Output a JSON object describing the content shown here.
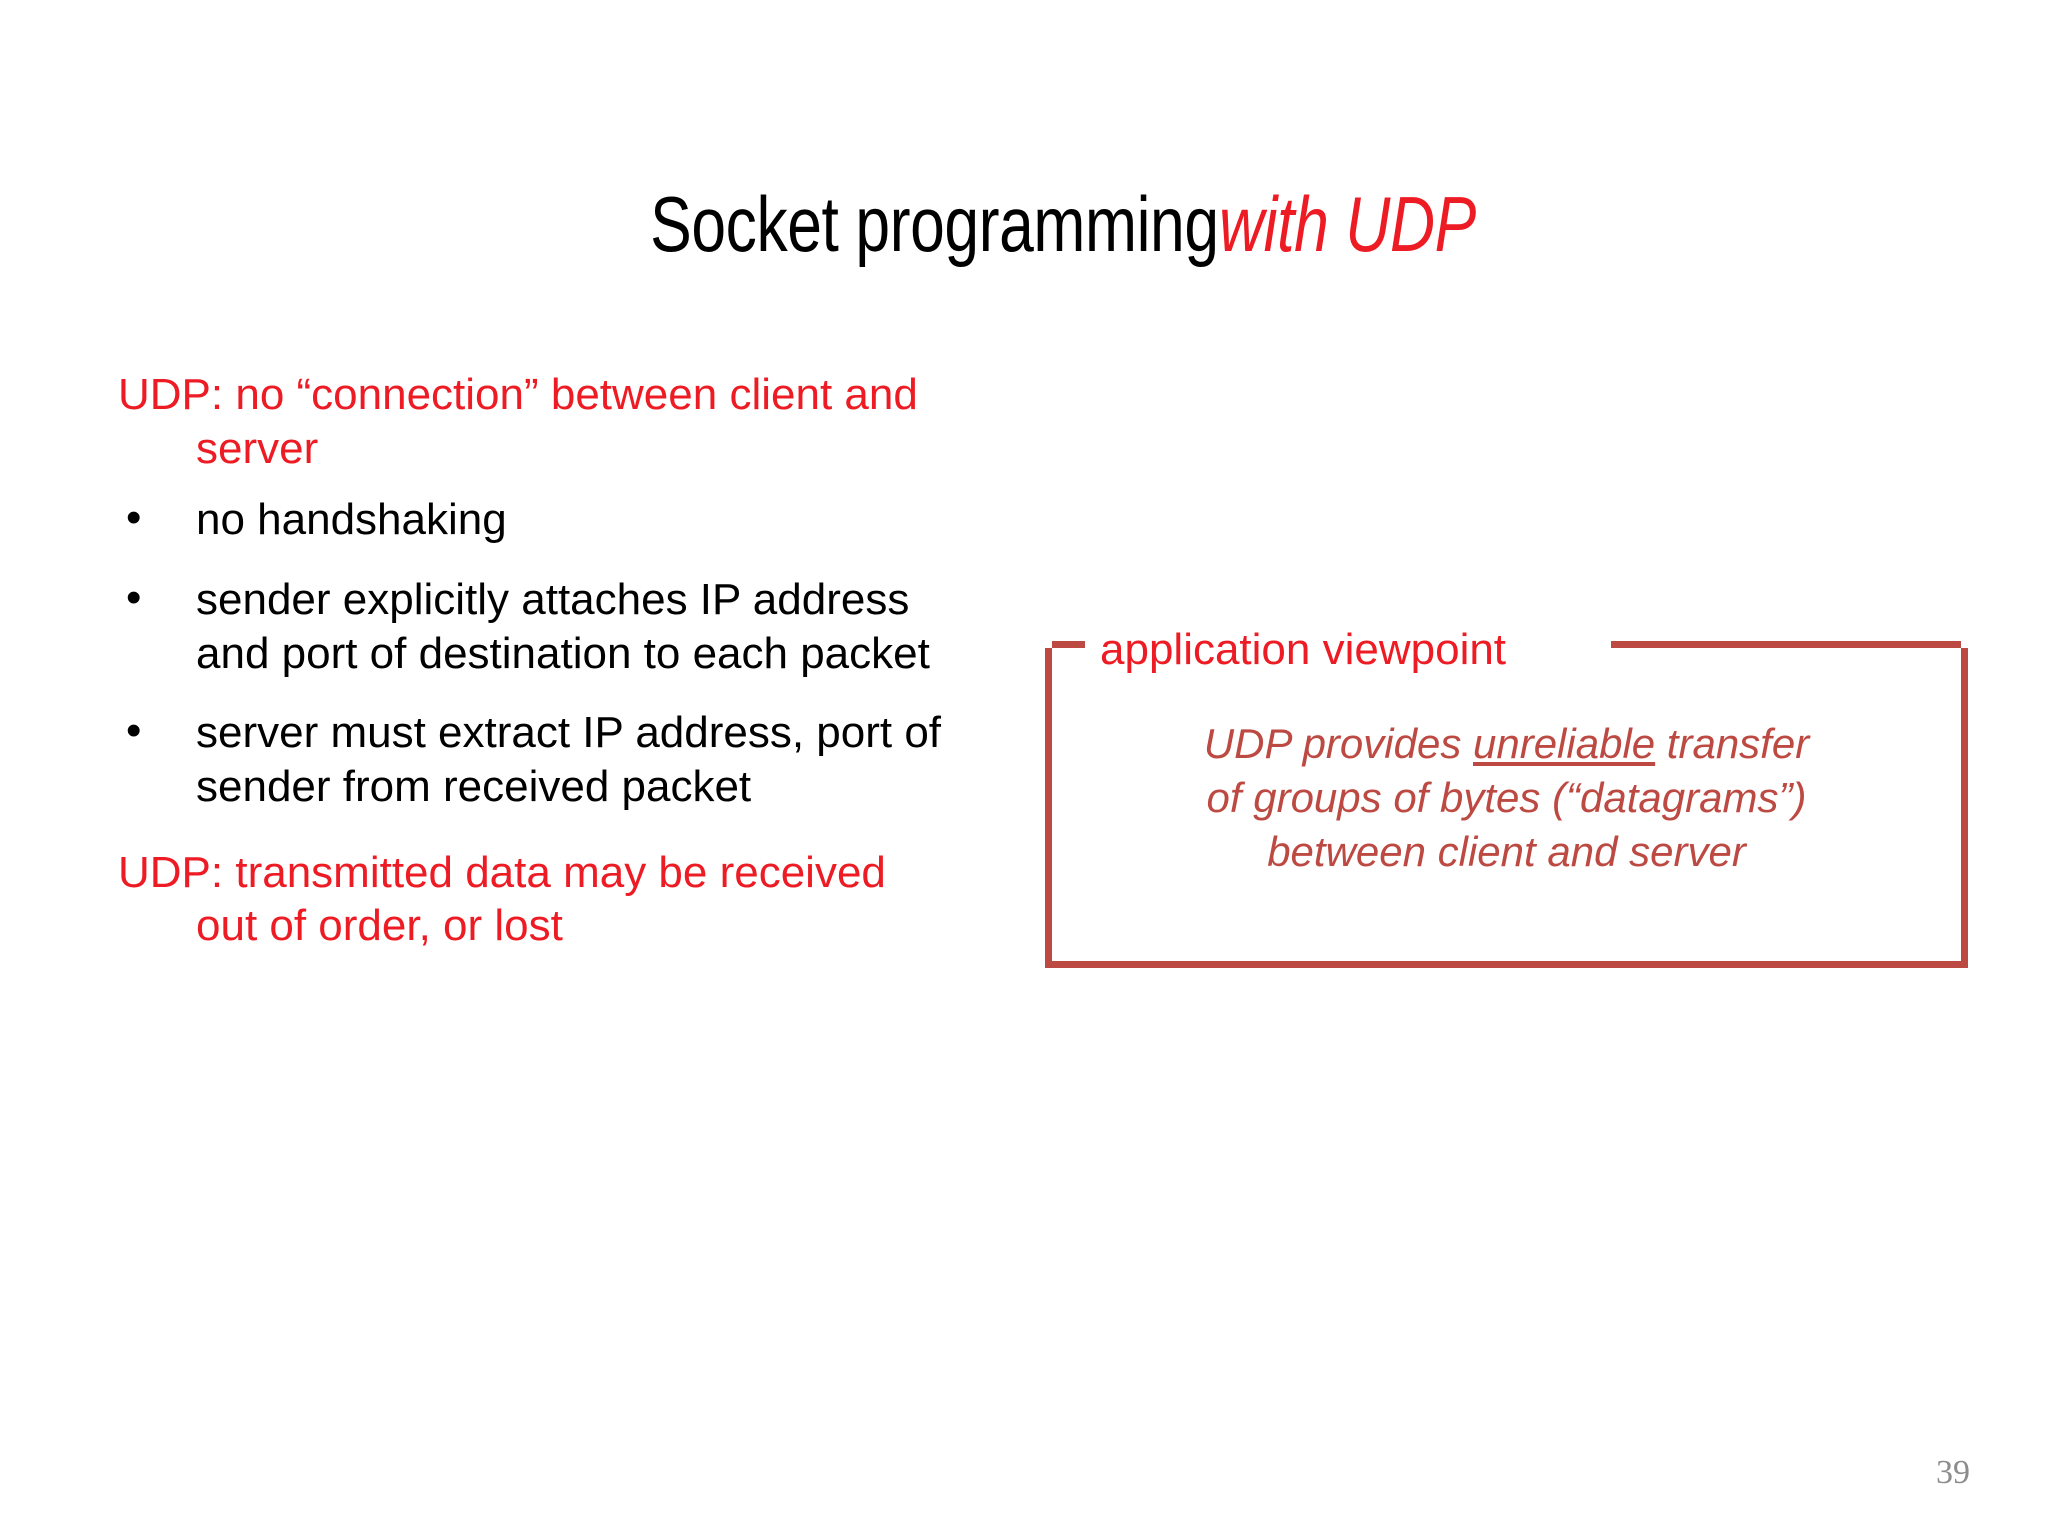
{
  "slide": {
    "title": {
      "main": "Socket programming ",
      "accent": "with UDP"
    },
    "page_number": "39",
    "colors": {
      "accent_red": "#ED1C24",
      "brick_red": "#BD4A42",
      "body_black": "#000000",
      "page_number_gray": "#8C8C8C",
      "background": "#FFFFFF"
    }
  },
  "left_column": {
    "lead_paragraph": "UDP: no “connection” between client and server",
    "bullets": [
      {
        "marker": "•",
        "text": "no handshaking"
      },
      {
        "marker": "•",
        "text": "sender explicitly attaches IP address and port of destination to each packet"
      },
      {
        "marker": "•",
        "text": "server must extract IP address, port of sender from received packet"
      }
    ],
    "closing_paragraph": "UDP: transmitted data may be received out of order, or lost"
  },
  "viewpoint_box": {
    "label": "application viewpoint",
    "body": {
      "line1_before": "UDP provides ",
      "line1_emphasis": "unreliable",
      "line1_after": " transfer",
      "line2": "of groups of bytes (“datagrams”)",
      "line3": "between client and server"
    }
  }
}
